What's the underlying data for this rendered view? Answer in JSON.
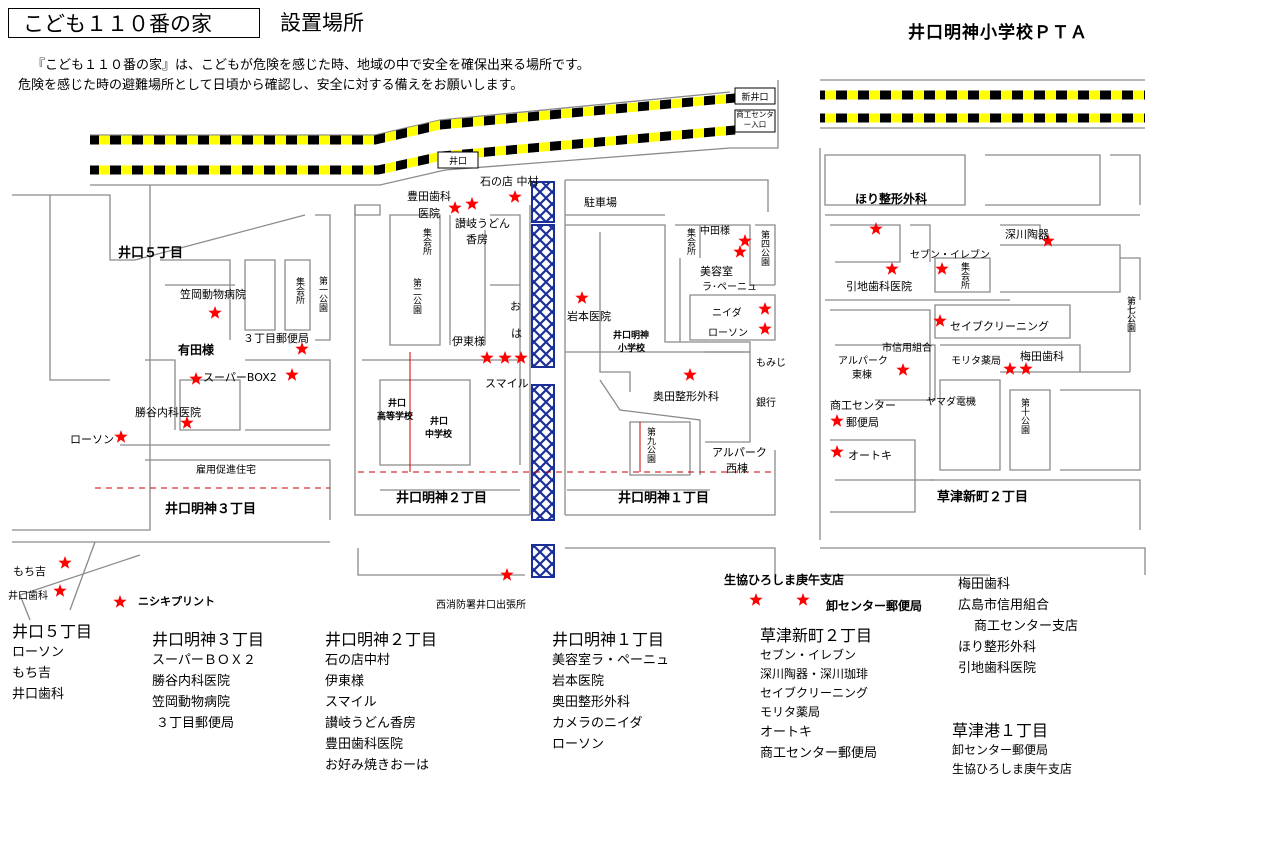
{
  "header": {
    "title": "こども１１０番の家",
    "subtitle": "設置場所",
    "org": "井口明神小学校ＰＴＡ"
  },
  "intro": {
    "line1": "『こども１１０番の家』は、こどもが危険を感じた時、地域の中で安全を確保出来る場所です。",
    "line2": "危険を感じた時の避難場所として日頃から確認し、安全に対する備えをお願いします。"
  },
  "map": {
    "stations": {
      "shin_inokuchi": "新井口",
      "shoko_center": "商工センター入口",
      "inokuchi": "井口"
    },
    "districts": {
      "inokuchi5": "井口５丁目",
      "myojin3": "井口明神３丁目",
      "myojin2": "井口明神２丁目",
      "myojin1": "井口明神１丁目",
      "kusatsu2": "草津新町２丁目"
    },
    "labels": {
      "ishinomise": "石の店 中村",
      "toyota_dental": "豊田歯科",
      "iin": "医院",
      "sanuki": "讃岐うどん",
      "kobo": "香房",
      "parking": "駐車場",
      "nakata": "中田様",
      "biyoushitsu": "美容室",
      "rapenyu": "ラ･ペーニュ",
      "nishida": "ニイダ",
      "lawson1": "ローソン",
      "iwamoto": "岩本医院",
      "myojin_es": "井口明神",
      "shogakko": "小学校",
      "ito": "伊東様",
      "smile": "スマイル",
      "oha": "お",
      "oha2": "は",
      "okuda": "奥田整形外科",
      "momiji": "もみじ",
      "ginko": "銀行",
      "alvark_w": "アルパーク",
      "seito": "西棟",
      "kasaoka": "笠岡動物病院",
      "arita": "有田様",
      "post3": "３丁目郵便局",
      "superbox": "スーパーBOX2",
      "katsuya": "勝谷内科医院",
      "lawson2": "ローソン",
      "koyou": "雇用促進住宅",
      "hs": "井口",
      "hs2": "高等学校",
      "jhs": "井口",
      "jhs2": "中学校",
      "mochikichi": "もち吉",
      "inokuchi_dental": "井口歯科",
      "nishiki": "ニシキプリント",
      "fire": "西消防署井口出張所",
      "seikyo": "生協ひろしま庚午支店",
      "oroshi_post": "卸センター郵便局",
      "hori": "ほり整形外科",
      "fukagawa": "深川陶器",
      "seven": "セブン・イレブン",
      "hikiji": "引地歯科医院",
      "savecleaning": "セイブクリーニング",
      "shinyo": "市信用組合",
      "moritapharm": "モリタ薬局",
      "umeda": "梅田歯科",
      "alvark_e": "アルパーク",
      "toto": "東棟",
      "yamada": "ヤマダ電機",
      "shoko_post": "商工センター",
      "yubinkyoku": "郵便局",
      "otoki": "オートキ"
    },
    "vertical": {
      "park1": "第一公園",
      "park2": "第二公園",
      "park4": "第四公園",
      "park7": "第七公園",
      "park9": "第九公園",
      "park10": "第十公園",
      "hall1": "集会所",
      "hall2": "集会所",
      "hall3": "集会所",
      "hall4": "集会所"
    }
  },
  "lists": {
    "inokuchi5": {
      "title": "井口５丁目",
      "items": [
        "ローソン",
        "もち吉",
        "井口歯科"
      ]
    },
    "myojin3": {
      "title": "井口明神３丁目",
      "items": [
        "スーパーＢＯＸ２",
        "勝谷内科医院",
        "笠岡動物病院",
        "３丁目郵便局"
      ]
    },
    "myojin2": {
      "title": "井口明神２丁目",
      "items": [
        "石の店中村",
        "伊東様",
        "スマイル",
        "讃岐うどん香房",
        "豊田歯科医院",
        "お好み焼きおーは"
      ]
    },
    "myojin1": {
      "title": "井口明神１丁目",
      "items": [
        "美容室ラ・ペーニュ",
        "岩本医院",
        "奥田整形外科",
        "カメラのニイダ",
        "ローソン"
      ]
    },
    "kusatsu2": {
      "title": "草津新町２丁目",
      "items": [
        "セブン・イレブン",
        "深川陶器・深川珈琲",
        "セイブクリーニング",
        "モリタ薬局",
        "オートキ",
        "商工センター郵便局"
      ]
    },
    "extra": {
      "items": [
        "梅田歯科",
        "広島市信用組合",
        "商工センター支店",
        "ほり整形外科",
        "引地歯科医院"
      ]
    },
    "kusatsuko1": {
      "title": "草津港１丁目",
      "items": [
        "卸センター郵便局",
        "生協ひろしま庚午支店"
      ]
    }
  },
  "colors": {
    "star": "#ff0000",
    "rail_yellow": "#ffff00",
    "rail_black": "#000000",
    "bridge": "#1a2f99",
    "boundary": "#cc0000"
  }
}
